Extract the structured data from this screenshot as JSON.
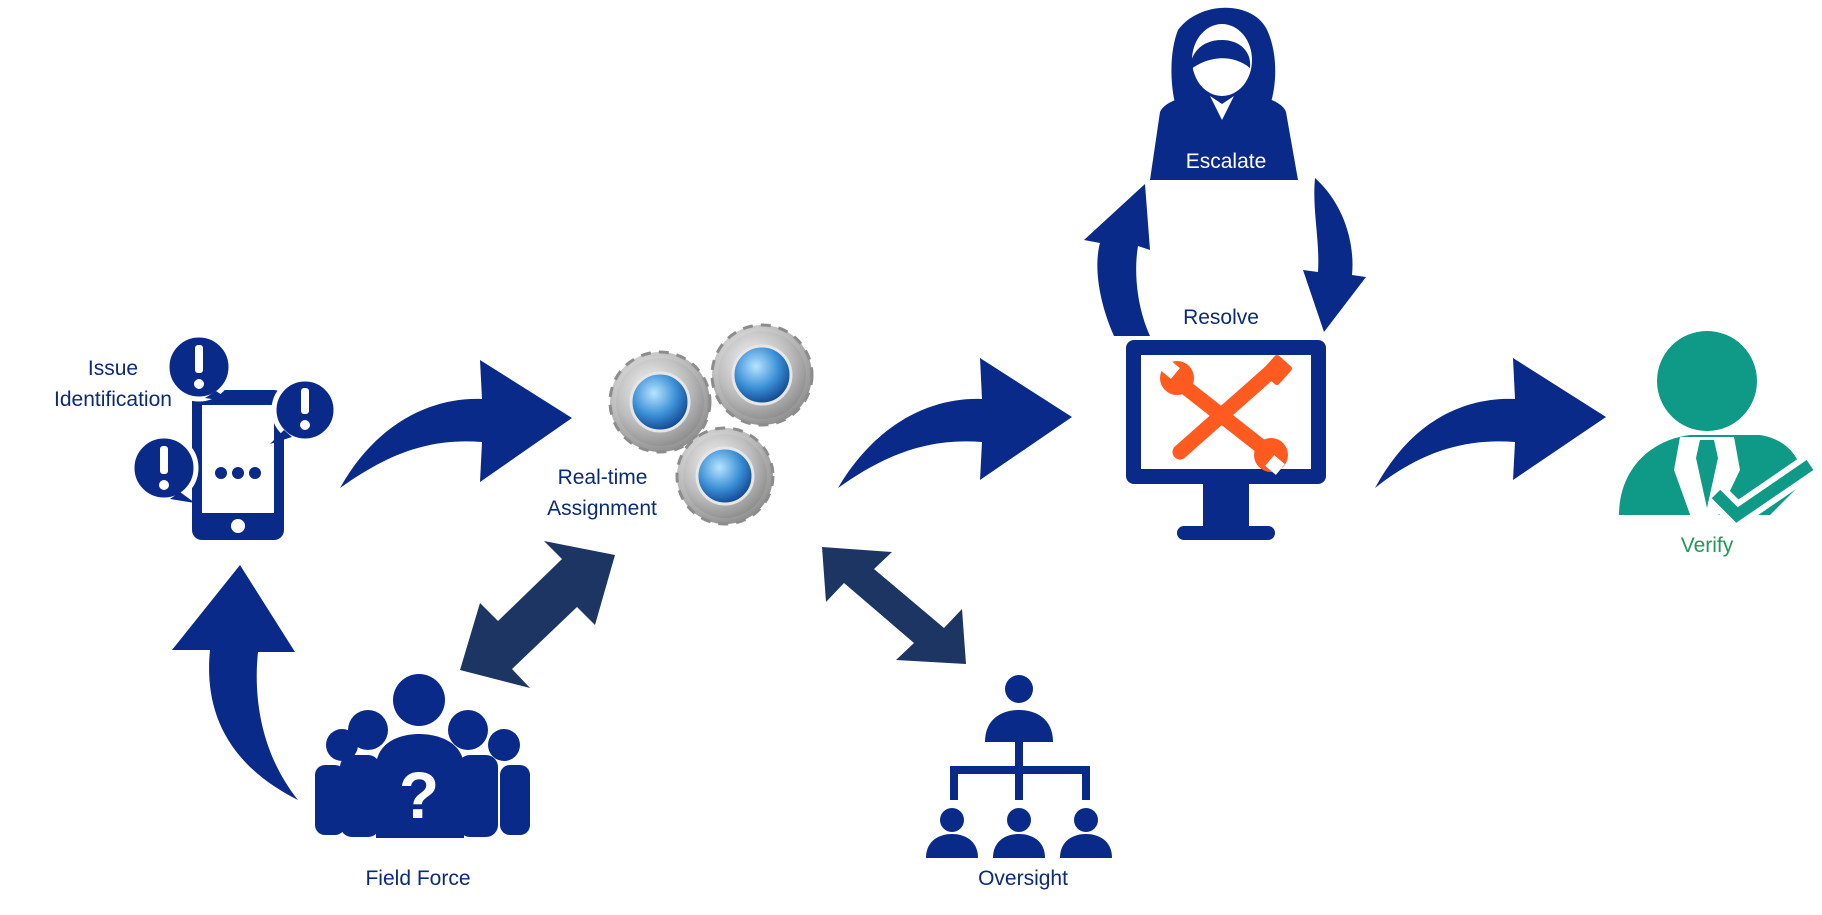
{
  "nodes": {
    "issue_identification": {
      "line1": "Issue",
      "line2": "Identification"
    },
    "realtime_assignment": {
      "line1": "Real-time",
      "line2": "Assignment"
    },
    "resolve": {
      "label": "Resolve"
    },
    "escalate": {
      "label": "Escalate"
    },
    "verify": {
      "label": "Verify"
    },
    "field_force": {
      "label": "Field Force"
    },
    "oversight": {
      "label": "Oversight"
    }
  },
  "colors": {
    "primary": "#0a2a8a",
    "dark_arrow": "#1d3563",
    "tool": "#ff5a1f",
    "verify": "#0e9a86",
    "verify_label": "#1f9a57"
  },
  "icons": {
    "issue": "phone-alerts-icon",
    "assignment": "gears-globe-icon",
    "resolve": "monitor-tools-icon",
    "escalate": "woman-agent-icon",
    "verify": "user-check-icon",
    "field_force": "group-question-icon",
    "oversight": "org-chart-icon"
  }
}
